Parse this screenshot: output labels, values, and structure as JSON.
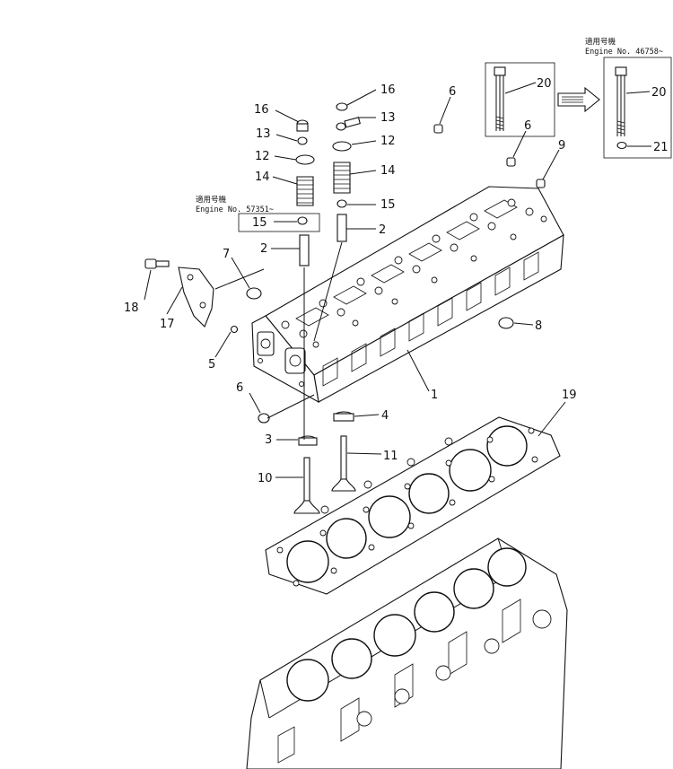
{
  "notes": [
    {
      "id": "note-right",
      "jp": "適用号機",
      "engine": "Engine  No. 46758~"
    },
    {
      "id": "note-left",
      "jp": "適用号機",
      "engine": "Engine  No. 57351~"
    }
  ],
  "callouts": {
    "c1": "1",
    "c2a": "2",
    "c2b": "2",
    "c3": "3",
    "c4": "4",
    "c5": "5",
    "c6a": "6",
    "c6b": "6",
    "c6c": "6",
    "c7": "7",
    "c8": "8",
    "c9": "9",
    "c10": "10",
    "c11": "11",
    "c12a": "12",
    "c12b": "12",
    "c13a": "13",
    "c13b": "13",
    "c14a": "14",
    "c14b": "14",
    "c15a": "15",
    "c15b": "15",
    "c16a": "16",
    "c16b": "16",
    "c17": "17",
    "c18": "18",
    "c19": "19",
    "c20a": "20",
    "c20b": "20",
    "c21": "21"
  }
}
